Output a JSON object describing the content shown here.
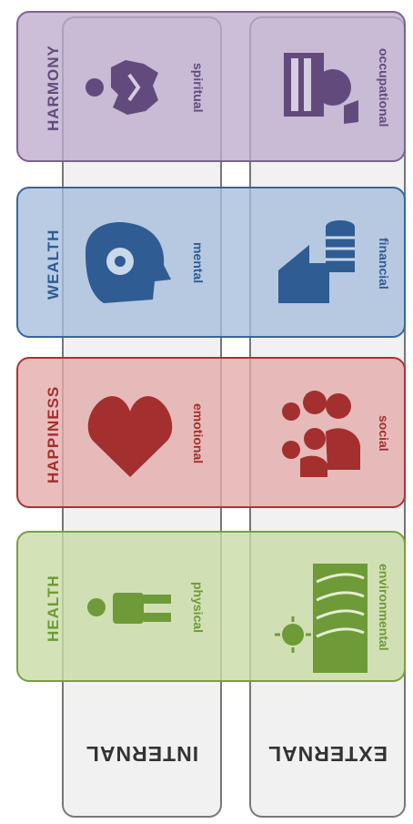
{
  "columns": {
    "internal": "INTERNAL",
    "external": "EXTERNAL"
  },
  "rows": [
    {
      "title": "HARMONY",
      "internal": "spiritual",
      "external": "occupational"
    },
    {
      "title": "WEALTH",
      "internal": "mental",
      "external": "financial"
    },
    {
      "title": "HAPPINESS",
      "internal": "emotional",
      "external": "social"
    },
    {
      "title": "HEALTH",
      "internal": "physical",
      "external": "environmental"
    }
  ],
  "colors": {
    "harmony": "#634a7c",
    "wealth": "#2f5c92",
    "happiness": "#a42f2f",
    "health": "#6e9a38"
  },
  "icons": {
    "harmony_internal": "meditation-icon",
    "harmony_external": "worker-building-icon",
    "wealth_internal": "head-gear-icon",
    "wealth_external": "house-coins-icon",
    "happiness_internal": "heart-icon",
    "happiness_external": "people-group-icon",
    "health_internal": "person-icon",
    "health_external": "landscape-sun-icon"
  }
}
